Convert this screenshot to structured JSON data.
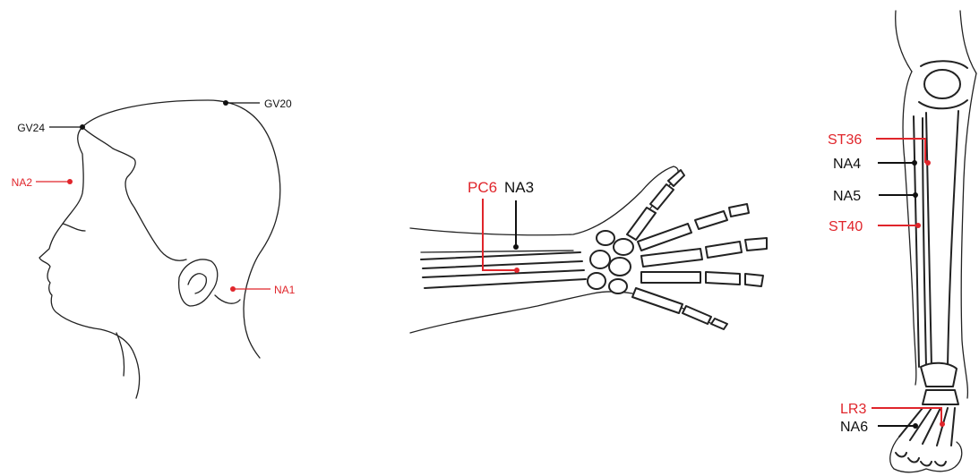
{
  "colors": {
    "primary_point": "#e0252b",
    "secondary_point": "#111111",
    "outline": "#222222"
  },
  "head": {
    "points": [
      {
        "label": "GV24",
        "color": "#111111"
      },
      {
        "label": "GV20",
        "color": "#111111"
      },
      {
        "label": "NA2",
        "color": "#e0252b"
      },
      {
        "label": "NA1",
        "color": "#e0252b"
      }
    ]
  },
  "forearm": {
    "points": [
      {
        "label": "PC6",
        "color": "#e0252b"
      },
      {
        "label": "NA3",
        "color": "#111111"
      }
    ]
  },
  "leg": {
    "points": [
      {
        "label": "ST36",
        "color": "#e0252b"
      },
      {
        "label": "NA4",
        "color": "#111111"
      },
      {
        "label": "NA5",
        "color": "#111111"
      },
      {
        "label": "ST40",
        "color": "#e0252b"
      },
      {
        "label": "LR3",
        "color": "#e0252b"
      },
      {
        "label": "NA6",
        "color": "#111111"
      }
    ]
  }
}
